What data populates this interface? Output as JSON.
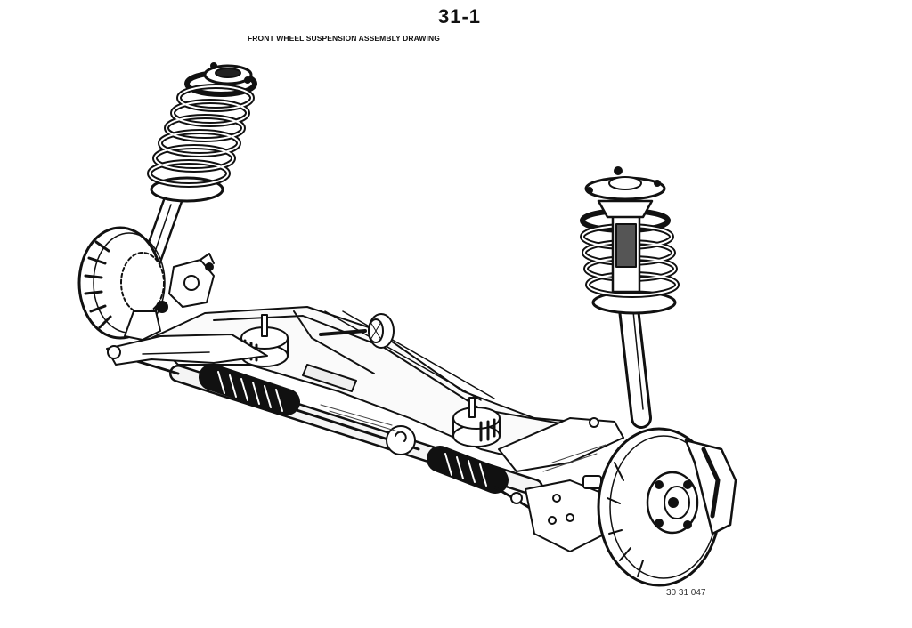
{
  "header": {
    "page_number": "31-1",
    "title": "FRONT WHEEL SUSPENSION ASSEMBLY DRAWING"
  },
  "figure": {
    "id": "30 31 047",
    "subject": "front-suspension-assembly-line-drawing",
    "components": [
      "left-strut-with-coil-spring",
      "right-strut-with-coil-spring",
      "left-brake-disc",
      "right-brake-disc-and-hub",
      "front-axle-carrier-crossmember",
      "steering-rack-with-bellows",
      "engine-mounts",
      "control-arms",
      "tie-rods"
    ]
  }
}
